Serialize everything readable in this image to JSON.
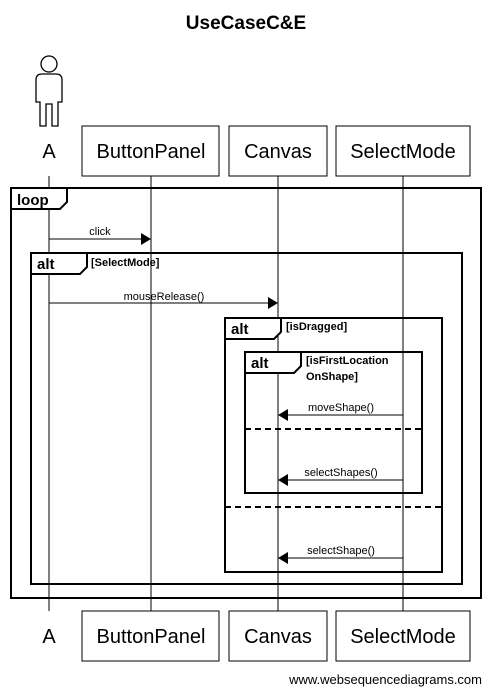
{
  "title": "UseCaseC&E",
  "actor": {
    "name": "A"
  },
  "participants": [
    "ButtonPanel",
    "Canvas",
    "SelectMode"
  ],
  "loop": {
    "label": "loop"
  },
  "alt_select_mode": {
    "label": "alt",
    "guard": "[SelectMode]"
  },
  "alt_is_dragged": {
    "label": "alt",
    "guard": "[isDragged]"
  },
  "alt_is_first_location": {
    "label": "alt",
    "guard_line1": "[isFirstLocation",
    "guard_line2": "OnShape]"
  },
  "messages": [
    "click",
    "mouseRelease()",
    "moveShape()",
    "selectShapes()",
    "selectShape()"
  ],
  "watermark": "www.websequencediagrams.com"
}
